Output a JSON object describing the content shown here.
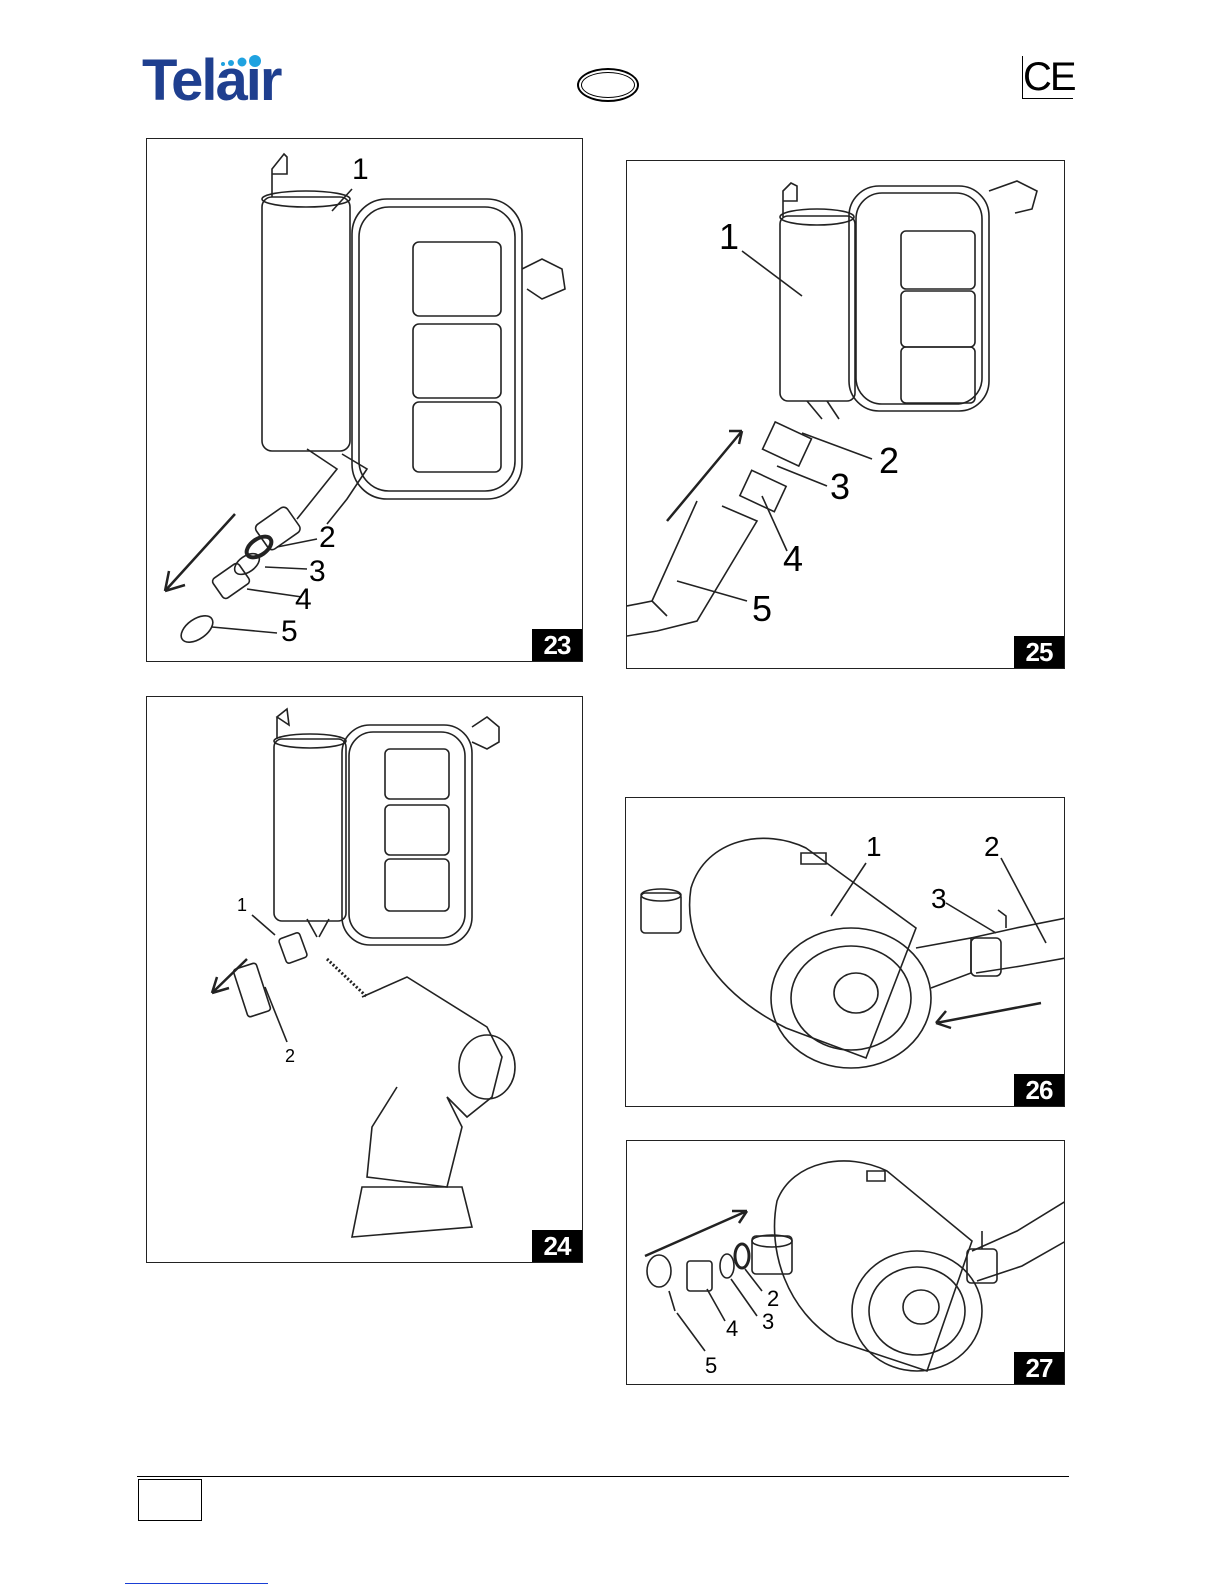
{
  "header": {
    "brand": "Telair",
    "ce_mark": "CE",
    "brand_color": "#1f3f8f",
    "dots_color": "#1fa2e0"
  },
  "figures": [
    {
      "number": "23",
      "labels": [
        "1",
        "2",
        "3",
        "4",
        "5"
      ]
    },
    {
      "number": "24",
      "labels": [
        "1",
        "2"
      ]
    },
    {
      "number": "25",
      "labels": [
        "1",
        "2",
        "3",
        "4",
        "5"
      ]
    },
    {
      "number": "26",
      "labels": [
        "1",
        "2",
        "3"
      ]
    },
    {
      "number": "27",
      "labels": [
        "2",
        "3",
        "4",
        "5"
      ]
    }
  ]
}
